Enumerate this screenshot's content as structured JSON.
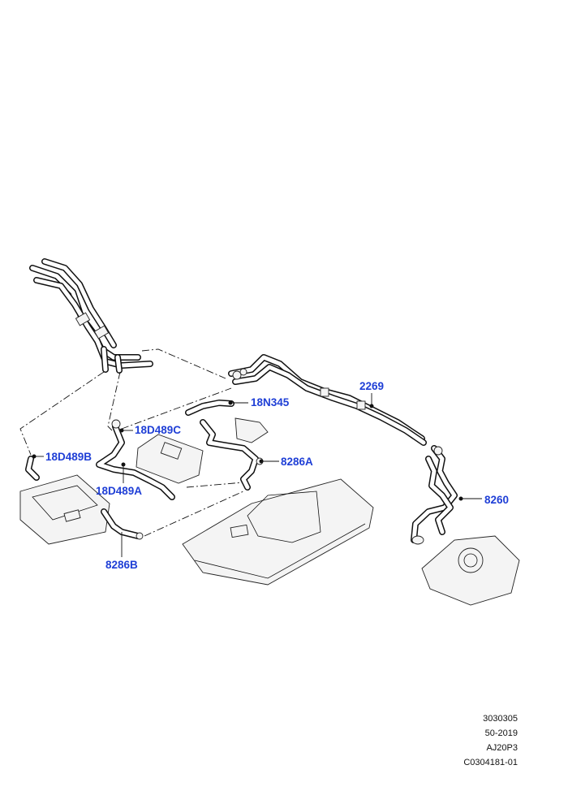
{
  "callouts": {
    "c2269": "2269",
    "c18N345": "18N345",
    "c18D489C": "18D489C",
    "c8286A": "8286A",
    "c18D489B": "18D489B",
    "c8260": "8260",
    "c18D489A": "18D489A",
    "c8286B": "8286B"
  },
  "reference": {
    "line1": "3030305",
    "line2": "50-2019",
    "line3": "AJ20P3",
    "line4": "C0304181-01"
  },
  "colors": {
    "callout_text": "#1f3fd6",
    "line_art": "#111111",
    "background": "#ffffff"
  }
}
